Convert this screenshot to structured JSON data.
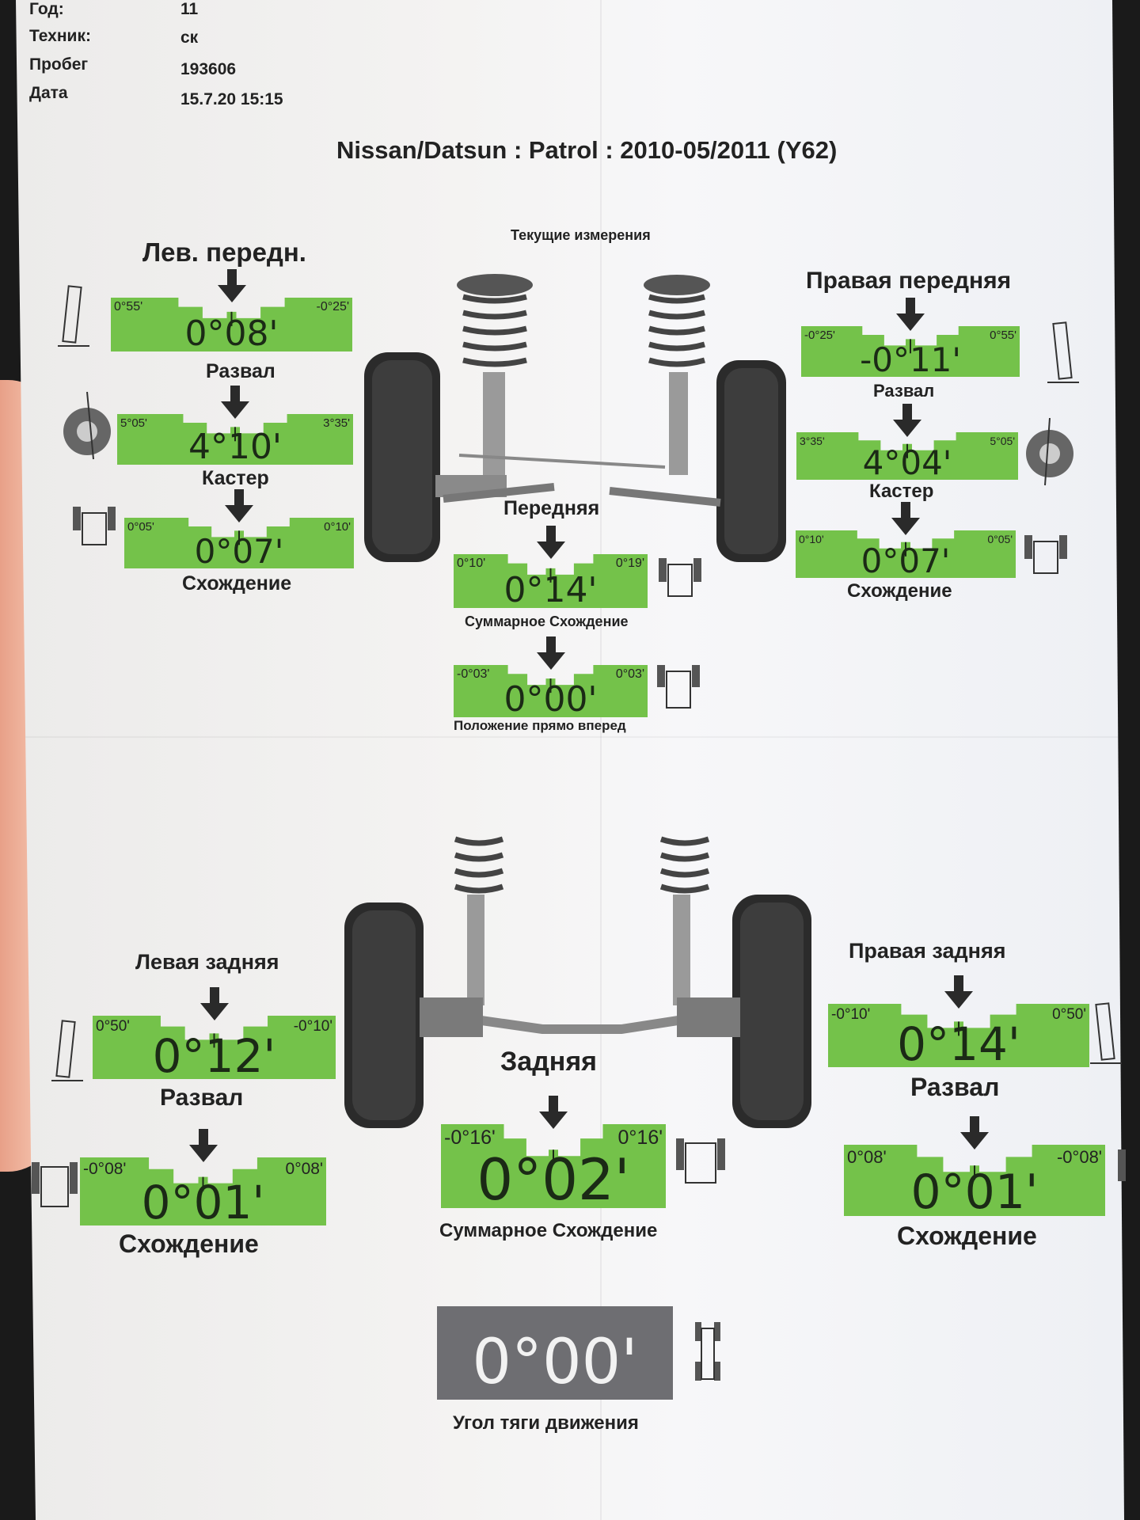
{
  "header": {
    "year_label": "Год:",
    "year_value": "11",
    "tech_label": "Техник:",
    "tech_value": "ск",
    "mileage_label": "Пробег",
    "mileage_value": "193606",
    "date_label": "Дата",
    "date_value": "15.7.20 15:15"
  },
  "title": "Nissan/Datsun : Patrol : 2010-05/2011 (Y62)",
  "subtitle": "Текущие измерения",
  "front_left": {
    "heading": "Лев. передн.",
    "camber": {
      "min": "0°55'",
      "max": "-0°25'",
      "value": "0°08'",
      "label": "Развал"
    },
    "caster": {
      "min": "5°05'",
      "max": "3°35'",
      "value": "4°10'",
      "label": "Кастер"
    },
    "toe": {
      "min": "0°05'",
      "max": "0°10'",
      "value": "0°07'",
      "label": "Схождение"
    }
  },
  "front_right": {
    "heading": "Правая передняя",
    "camber": {
      "min": "-0°25'",
      "max": "0°55'",
      "value": "-0°11'",
      "label": "Развал"
    },
    "caster": {
      "min": "3°35'",
      "max": "5°05'",
      "value": "4°04'",
      "label": "Кастер"
    },
    "toe": {
      "min": "0°10'",
      "max": "0°05'",
      "value": "0°07'",
      "label": "Схождение"
    }
  },
  "front_total": {
    "heading": "Передняя",
    "toe": {
      "min": "0°10'",
      "max": "0°19'",
      "value": "0°14'",
      "label": "Суммарное Схождение"
    },
    "straight": {
      "min": "-0°03'",
      "max": "0°03'",
      "value": "0°00'",
      "label": "Положение прямо вперед"
    }
  },
  "rear_left": {
    "heading": "Левая задняя",
    "camber": {
      "min": "0°50'",
      "max": "-0°10'",
      "value": "0°12'",
      "label": "Развал"
    },
    "toe": {
      "min": "-0°08'",
      "max": "0°08'",
      "value": "0°01'",
      "label": "Схождение"
    }
  },
  "rear_right": {
    "heading": "Правая задняя",
    "camber": {
      "min": "-0°10'",
      "max": "0°50'",
      "value": "0°14'",
      "label": "Развал"
    },
    "toe": {
      "min": "0°08'",
      "max": "-0°08'",
      "value": "0°01'",
      "label": "Схождение"
    }
  },
  "rear_total": {
    "heading": "Задняя",
    "toe": {
      "min": "-0°16'",
      "max": "0°16'",
      "value": "0°02'",
      "label": "Суммарное Схождение"
    }
  },
  "thrust": {
    "value": "0°00'",
    "label": "Угол тяги движения"
  },
  "colors": {
    "gauge_green": "#74c24a",
    "gauge_gray": "#6e6e72",
    "text_dark": "#222222"
  }
}
